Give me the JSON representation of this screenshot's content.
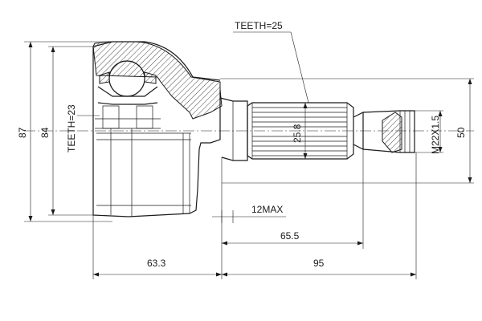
{
  "labels": {
    "teeth_outer": "TEETH=25",
    "teeth_inner": "TEETH=23",
    "spline_dia": "25.8",
    "thread": "M22X1.5",
    "max_len": "12MAX"
  },
  "dimensions": {
    "d87": "87",
    "d84": "84",
    "d50": "50",
    "d65_5": "65.5",
    "d63_3": "63.3",
    "d95": "95"
  },
  "colors": {
    "line": "#1a1a1a",
    "background": "#ffffff"
  }
}
